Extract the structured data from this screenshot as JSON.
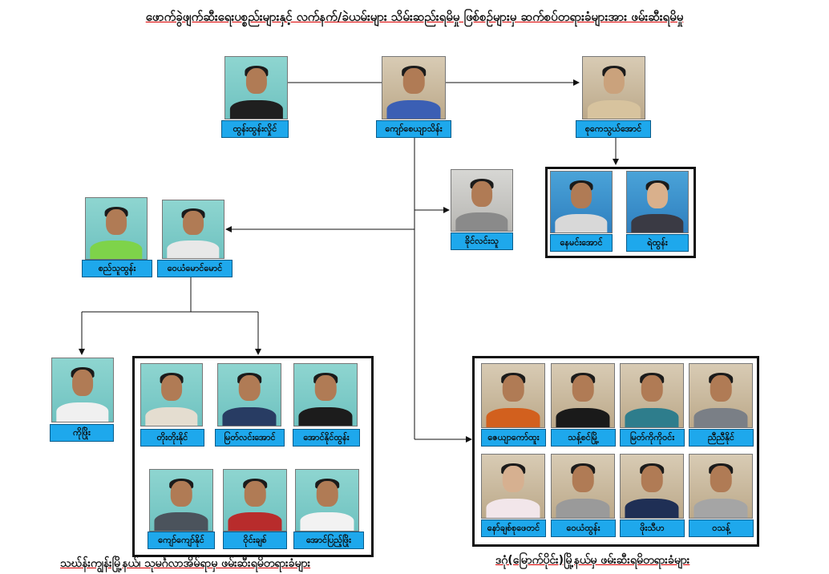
{
  "title": "ဖောက်ခွဲဖျက်ဆီးရေးပစ္စည်းများနှင့် လက်နက်/ခဲယမ်းများ သိမ်းဆည်းရမိမှု ဖြစ်စဉ်များမှ ဆက်စပ်တရားခံများအား ဖမ်းဆီးရမိမှု",
  "people": {
    "p1": "ထွန်းထွန်းလှိုင်",
    "p2": "ကျော်စေယျာသိန်း",
    "p3": "စုကေသွယ်အောင်",
    "p4": "နေမင်းအောင်",
    "p5": "ရဲထွန်း",
    "p6": "ခိုင်လင်းသူ",
    "p7": "စည်သူထွန်း",
    "p8": "ဝေယံမောင်မောင်",
    "p9": "ကိုဖြိုး",
    "g1": [
      "တိုးတိုးနိုင်",
      "မြတ်လင်းအောင်",
      "အောင်နိုင်ထွန်း",
      "ကျော်ကျော်နိုင်",
      "ဝိုင်းချစ်",
      "အောင်ပြည့်ဖြိုး"
    ],
    "g2": [
      "ဇေယျာကော်ထူး",
      "သန့်စင်မြို့",
      "မြတ်ကိုကိုဝင်း",
      "ညီညီနိုင်",
      "နော်ချစ်စုဖေတင်",
      "ဝေယံထွန်း",
      "ဖိုးသီဟ",
      "ဝသန့်"
    ]
  },
  "captions": {
    "left_group": "သဃ်န်းကျွန်းမြို့နယ်၊ သုမင်္ဂလာအိမ်ရာမှ ဖမ်းဆီးရမိတရားခံများ",
    "right_group": "ဒဂုံ(မြောက်ပိုင်း)မြို့နယ်မှ ဖမ်းဆီးရမိတရားခံများ"
  },
  "colors": {
    "label_bg": "#1ea8ec",
    "box_border": "#111111",
    "connector": "#111111",
    "title_underline": "#dd0000"
  }
}
